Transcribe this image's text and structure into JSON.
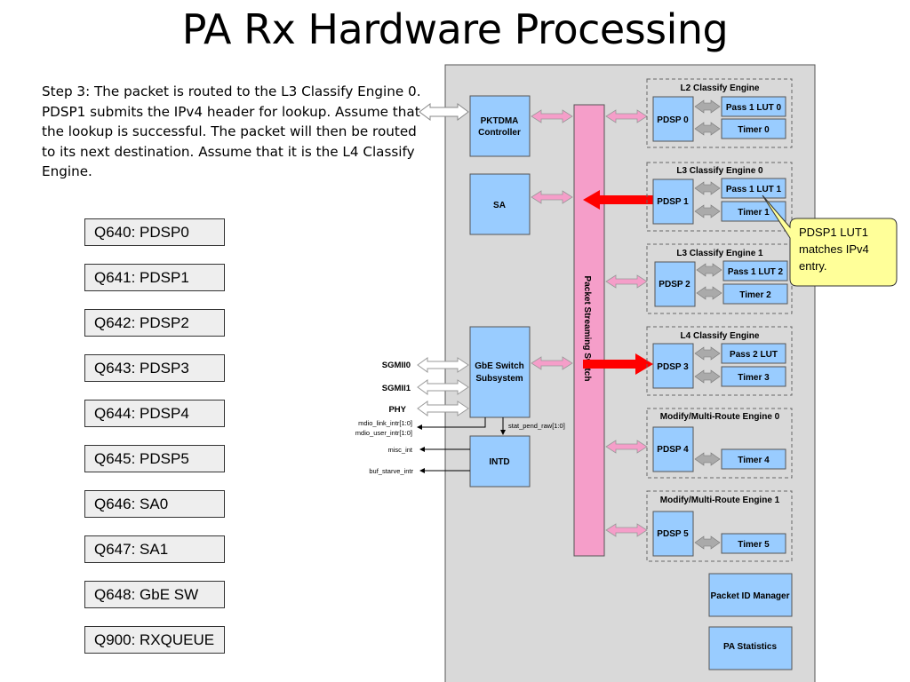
{
  "title": "PA Rx Hardware Processing",
  "step_text": "Step 3: The packet is routed to the L3 Classify Engine 0. PDSP1 submits the IPv4 header for lookup. Assume that the lookup is successful. The packet will then be routed to its next destination. Assume that it is the L4 Classify Engine.",
  "queues": [
    {
      "label": "Q640: PDSP0"
    },
    {
      "label": "Q641: PDSP1"
    },
    {
      "label": "Q642: PDSP2"
    },
    {
      "label": "Q643: PDSP3"
    },
    {
      "label": "Q644: PDSP4"
    },
    {
      "label": "Q645: PDSP5"
    },
    {
      "label": "Q646: SA0"
    },
    {
      "label": "Q647: SA1"
    },
    {
      "label": "Q648: GbE SW"
    },
    {
      "label": "Q900: RXQUEUE"
    }
  ],
  "diagram": {
    "pktdma": [
      "PKTDMA",
      "Controller"
    ],
    "sa": "SA",
    "gbe": [
      "GbE Switch",
      "Subsystem"
    ],
    "intd": "INTD",
    "switch_label": "Packet Streaming Switch",
    "engines": [
      {
        "title": "L2 Classify Engine",
        "pdsp": "PDSP 0",
        "lut": "Pass 1 LUT 0",
        "timer": "Timer 0"
      },
      {
        "title": "L3 Classify Engine 0",
        "pdsp": "PDSP 1",
        "lut": "Pass 1 LUT 1",
        "timer": "Timer 1"
      },
      {
        "title": "L3 Classify Engine 1",
        "pdsp": "PDSP 2",
        "lut": "Pass 1 LUT 2",
        "timer": "Timer 2"
      },
      {
        "title": "L4 Classify Engine",
        "pdsp": "PDSP 3",
        "lut": "Pass 2 LUT",
        "timer": "Timer 3"
      },
      {
        "title": "Modify/Multi-Route Engine 0",
        "pdsp": "PDSP 4",
        "lut": "",
        "timer": "Timer 4"
      },
      {
        "title": "Modify/Multi-Route Engine 1",
        "pdsp": "PDSP 5",
        "lut": "",
        "timer": "Timer 5"
      }
    ],
    "packet_id_manager": "Packet ID Manager",
    "pa_statistics": "PA Statistics",
    "sgmii0": "SGMII0",
    "sgmii1": "SGMII1",
    "phy": "PHY",
    "mdio_link": "mdio_link_intr[1:0]",
    "mdio_user": "mdio_user_intr[1:0]",
    "misc_int": "misc_int",
    "buf_starve": "buf_starve_intr",
    "stat_pend": "stat_pend_raw[1:0]",
    "callout": [
      "PDSP1 LUT1",
      "matches IPv4",
      "entry."
    ]
  },
  "colors": {
    "block_fill": "#99ccff",
    "switch_fill": "#f59ec9",
    "pa_background": "#d9d9d9",
    "highlight_arrow": "#ff0000",
    "callout_fill": "#ffff99"
  }
}
